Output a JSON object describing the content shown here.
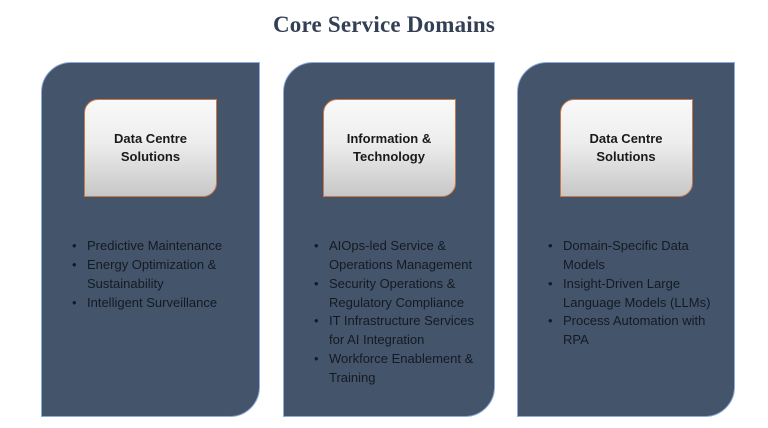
{
  "title": "Core Service Domains",
  "colors": {
    "panel_fill": "#44546A",
    "panel_border": "#8FAADC",
    "card_border": "#C8794A",
    "card_gradient_top": "#F9F9F9",
    "card_gradient_bottom": "#C7C7C7",
    "title_text": "#333F54",
    "bullet_text": "#141A24"
  },
  "panels": [
    {
      "header": "Data Centre Solutions",
      "bullets": [
        "Predictive Maintenance",
        "Energy Optimization & Sustainability",
        "Intelligent Surveillance"
      ]
    },
    {
      "header": "Information & Technology",
      "bullets": [
        "AIOps-led Service & Operations Management",
        "Security Operations & Regulatory Compliance",
        "IT Infrastructure Services for AI Integration",
        "Workforce Enablement & Training"
      ]
    },
    {
      "header": "Data Centre Solutions",
      "bullets": [
        "Domain-Specific Data Models",
        "Insight-Driven Large Language Models (LLMs)",
        "Process Automation with RPA"
      ]
    }
  ]
}
